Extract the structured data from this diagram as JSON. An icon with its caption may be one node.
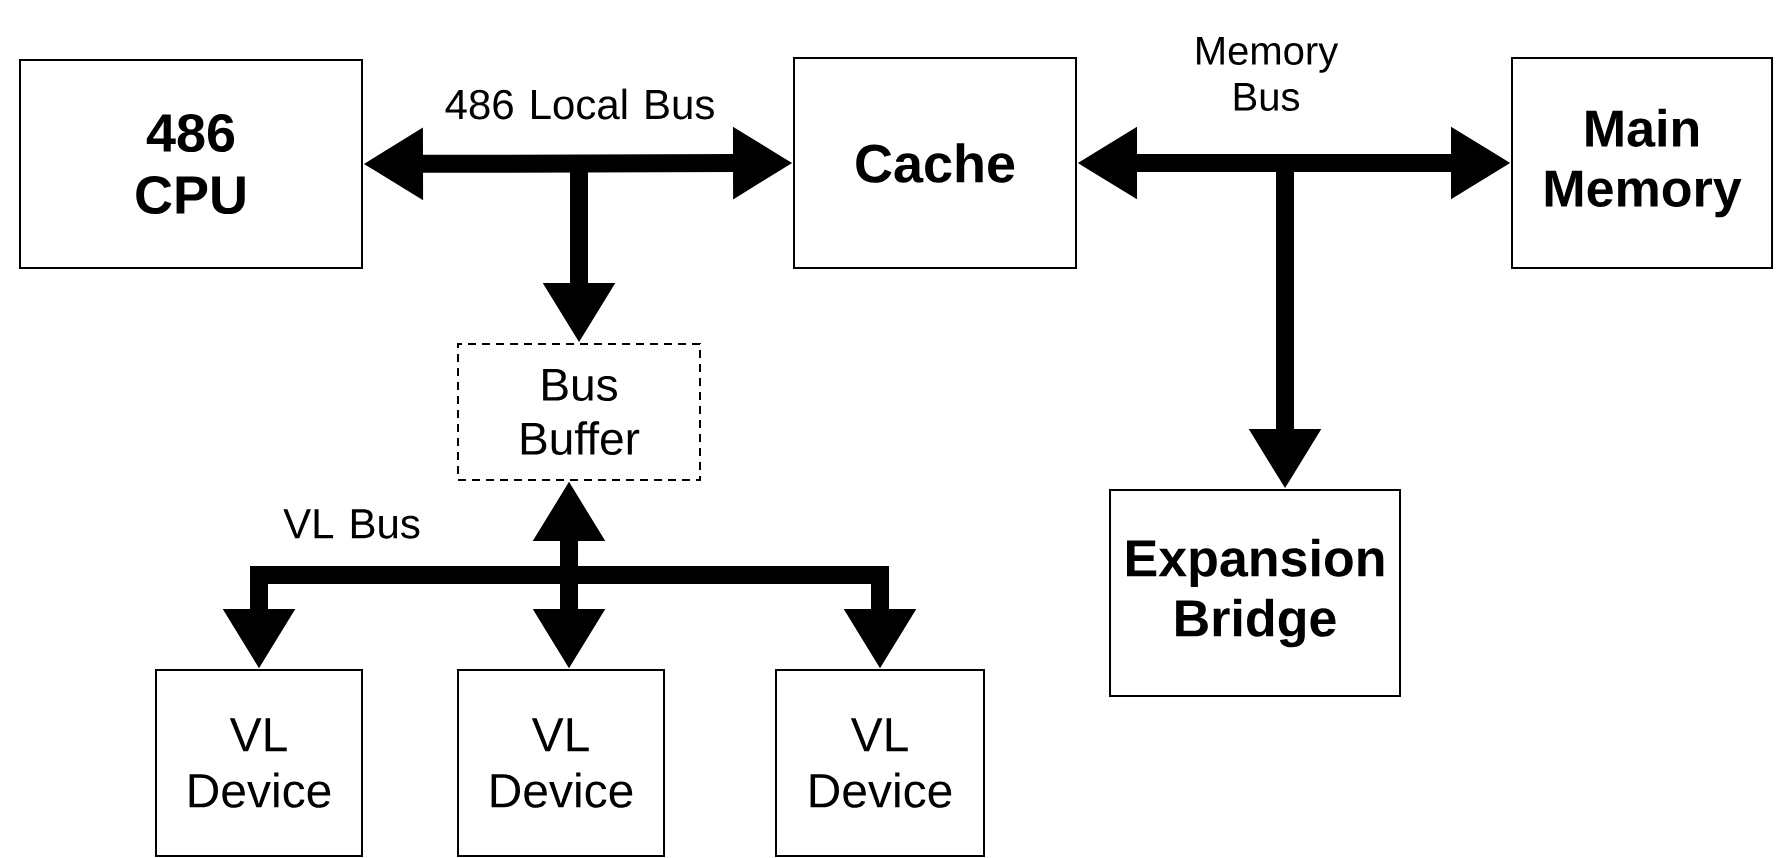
{
  "diagram": {
    "nodes": [
      {
        "text": [
          "486 CPU"
        ]
      },
      {
        "text": [
          "Cache"
        ]
      },
      {
        "text": [
          "Main Memory"
        ]
      },
      {
        "text": [
          "Bus Buffer"
        ]
      },
      {
        "text": [
          "Expansion Bridge"
        ]
      },
      {
        "text": [
          "VL Device"
        ]
      },
      {
        "text": [
          "VL Device"
        ]
      },
      {
        "text": [
          "VL Device"
        ]
      }
    ],
    "edges": [
      {
        "from": 0,
        "to": 1,
        "arrow": "both",
        "label": "486 Local Bus"
      },
      {
        "from": 0,
        "to": 3,
        "arrow": "both"
      },
      {
        "from": 1,
        "to": 3,
        "arrow": "both"
      },
      {
        "from": 1,
        "to": 2,
        "arrow": "both",
        "label": "Memory Bus"
      },
      {
        "from": 1,
        "to": 4,
        "arrow": "both"
      },
      {
        "from": 2,
        "to": 4,
        "arrow": "both"
      },
      {
        "from": 3,
        "to": 5,
        "arrow": "both",
        "label": "VL Bus"
      },
      {
        "from": 3,
        "to": 6,
        "arrow": "both"
      },
      {
        "from": 3,
        "to": 7,
        "arrow": "both"
      }
    ]
  }
}
